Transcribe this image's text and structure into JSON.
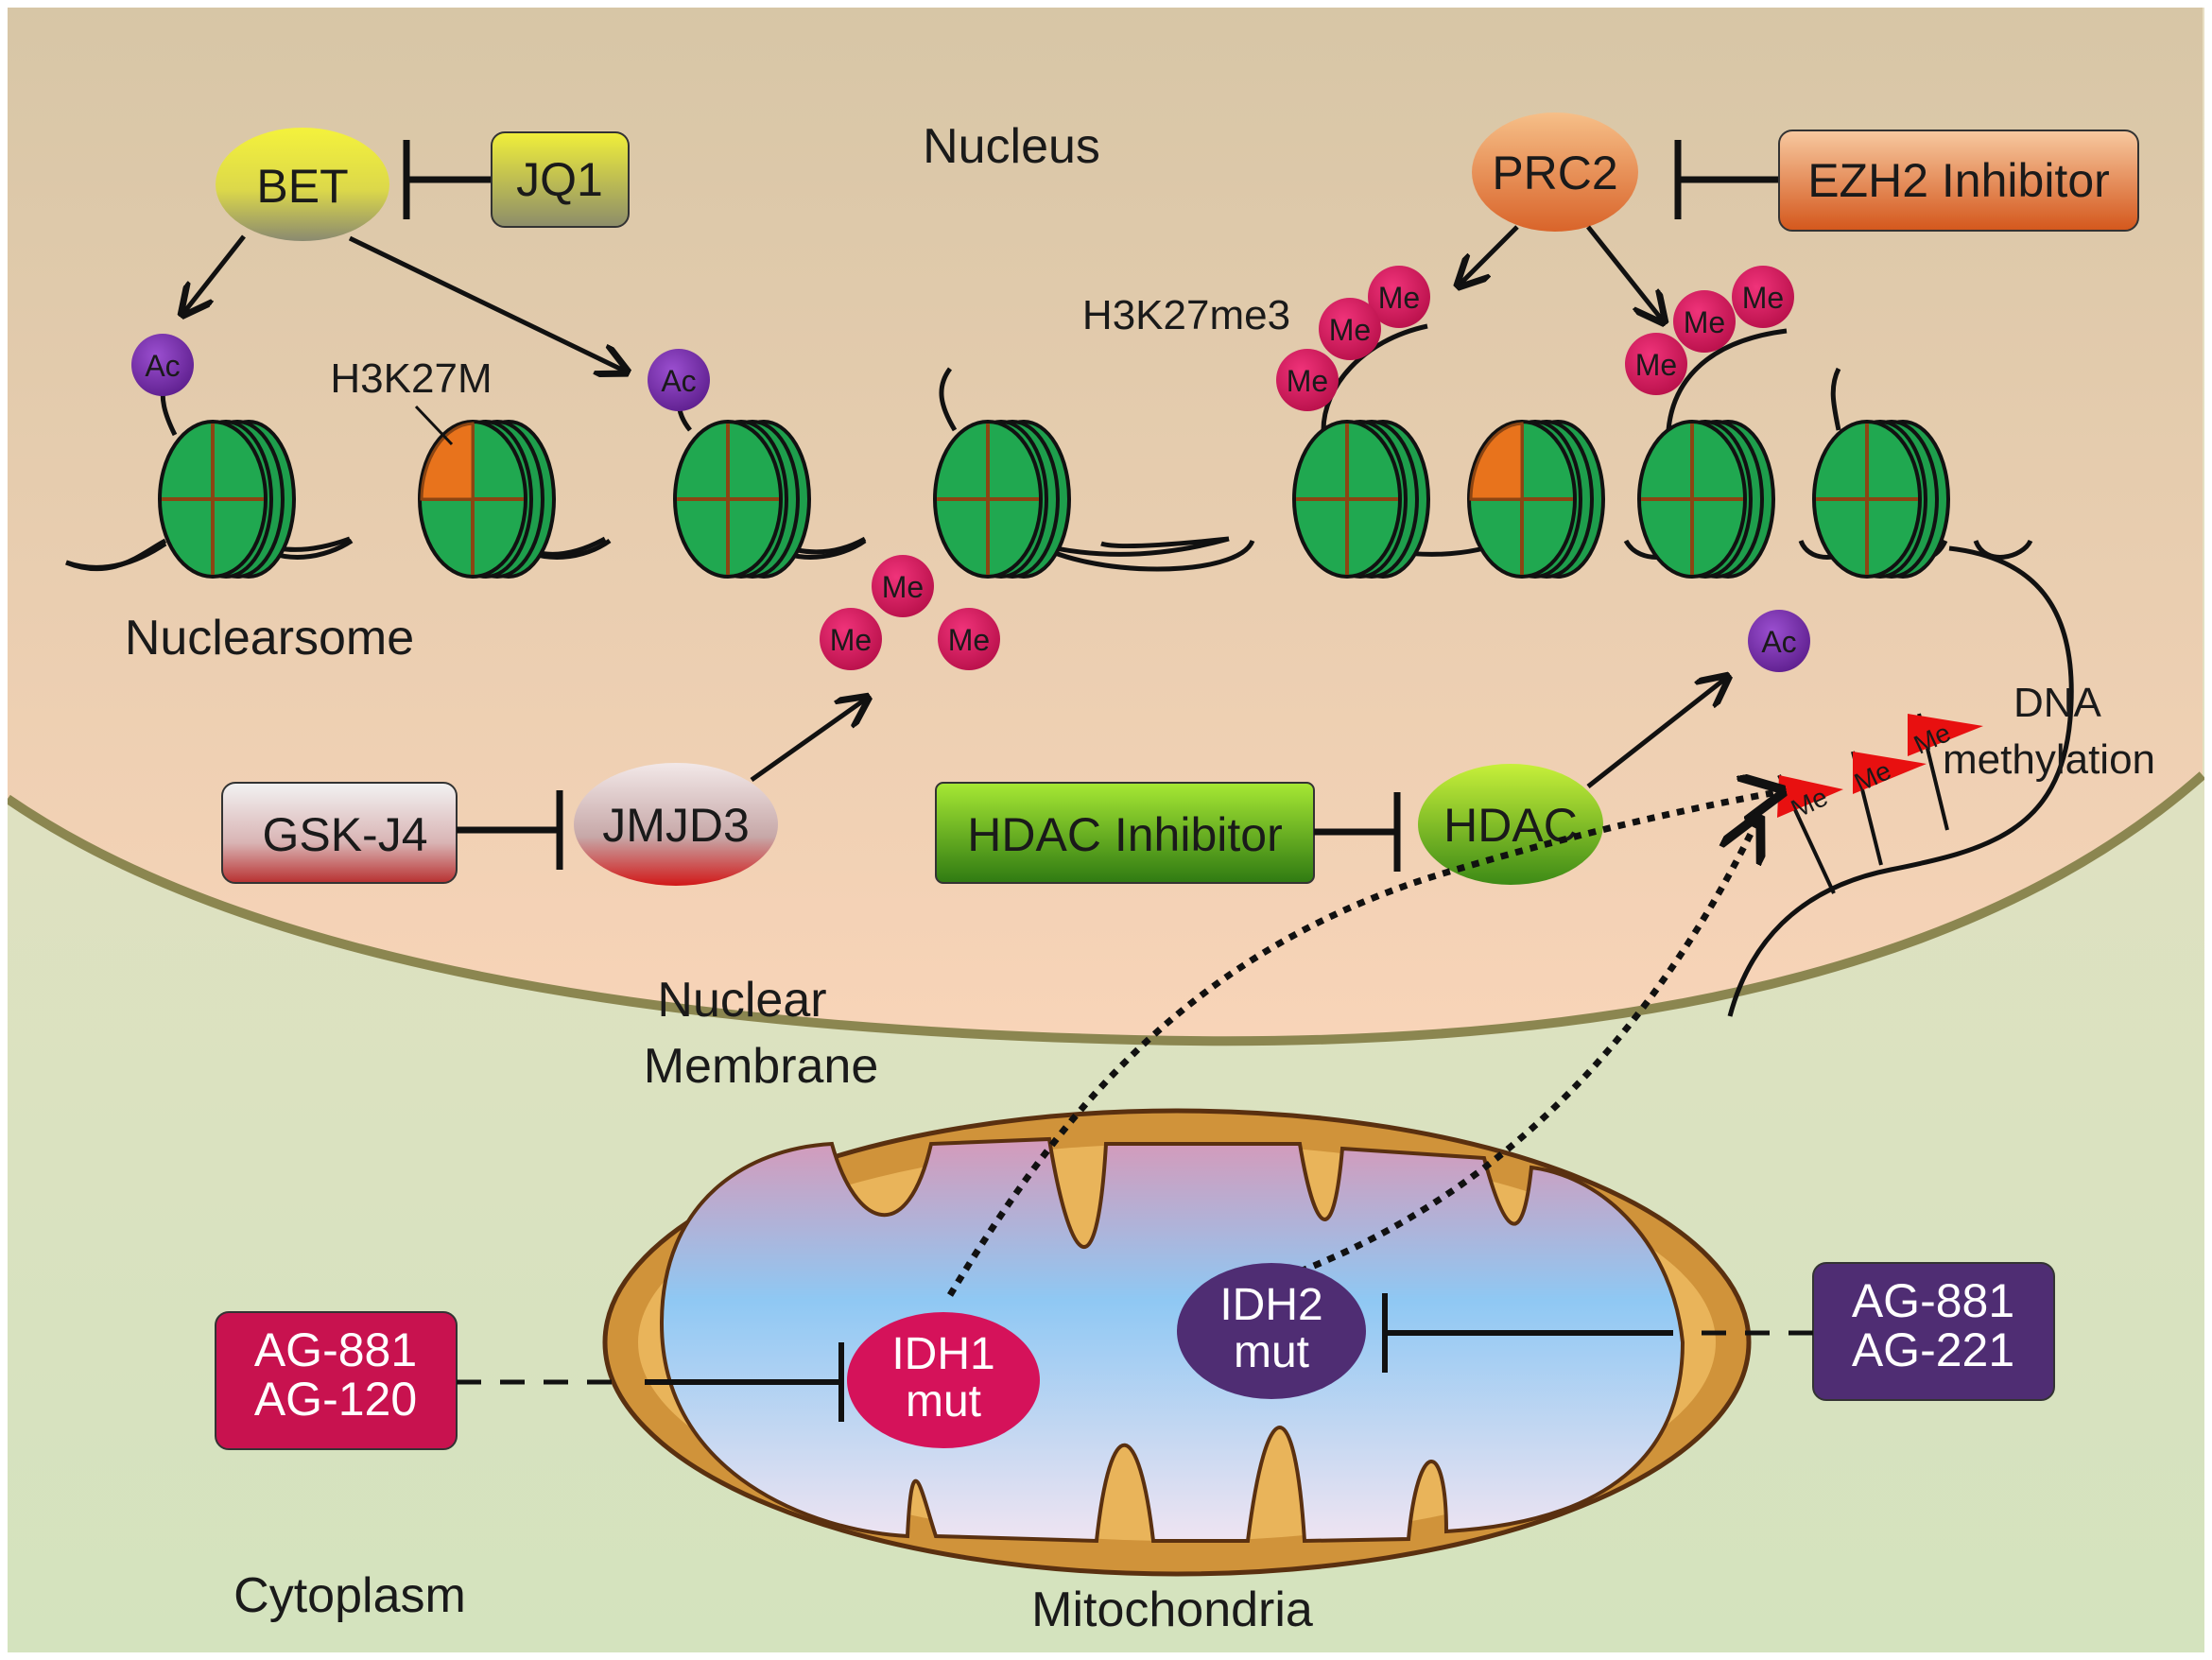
{
  "regions": {
    "nucleus": "Nucleus",
    "nuclearsome": "Nuclearsome",
    "nuclear_membrane_line1": "Nuclear",
    "nuclear_membrane_line2": "Membrane",
    "cytoplasm": "Cytoplasm",
    "mitochondria": "Mitochondria"
  },
  "nodes": {
    "bet": "BET",
    "jq1": "JQ1",
    "prc2": "PRC2",
    "ezh2_inhibitor": "EZH2 Inhibitor",
    "gsk_j4": "GSK-J4",
    "jmjd3": "JMJD3",
    "hdac_inhibitor": "HDAC Inhibitor",
    "hdac": "HDAC",
    "idh1_line1": "IDH1",
    "idh1_line2": "mut",
    "idh2_line1": "IDH2",
    "idh2_line2": "mut",
    "idh1_drugs_line1": "AG-881",
    "idh1_drugs_line2": "AG-120",
    "idh2_drugs_line1": "AG-881",
    "idh2_drugs_line2": "AG-221"
  },
  "labels": {
    "h3k27m": "H3K27M",
    "h3k27me3": "H3K27me3",
    "dna_methylation_line1": "DNA",
    "dna_methylation_line2": "methylation",
    "ac": "Ac",
    "me": "Me"
  },
  "colors": {
    "nucleus_top": "#d7c6a6",
    "nucleus_bottom": "#f8d4b8",
    "cytoplasm": "#d9e4c4",
    "membrane": "#8b8650",
    "nucleosome": "#1e9e4c",
    "histone_line": "#8b4513",
    "h3k27m_quadrant": "#e8731c",
    "acetyl": "#7b2fa8",
    "methyl": "#d6155a",
    "dna_methyl_flag": "#e81010",
    "mito_outer": "#c98a2c",
    "mito_matrix_top": "#d9a0c0",
    "mito_matrix_mid": "#8fc6f0"
  }
}
